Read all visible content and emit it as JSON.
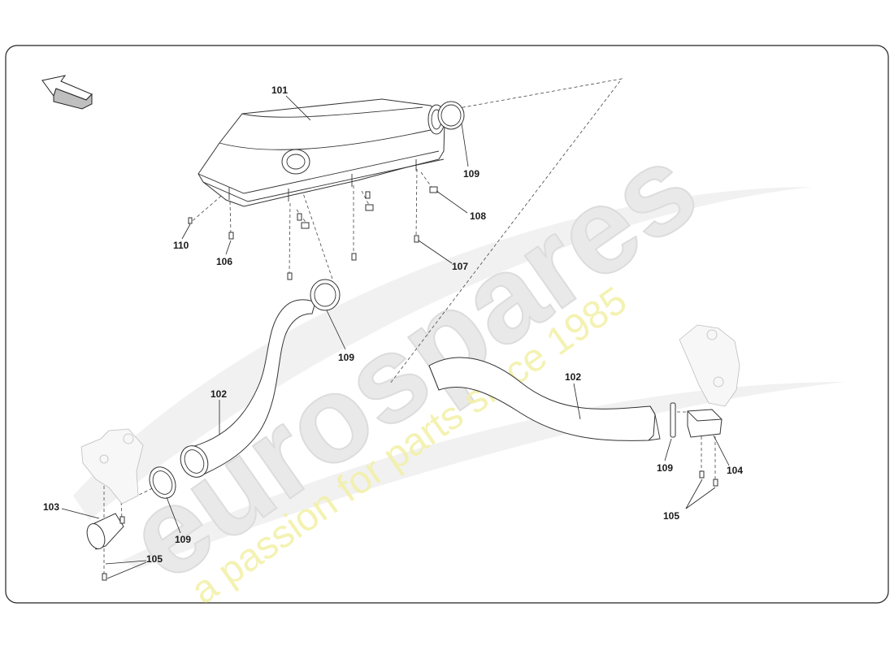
{
  "watermark": {
    "brand": "eurospares",
    "tagline": "a passion for parts since 1985"
  },
  "callouts": {
    "c101": "101",
    "c102a": "102",
    "c102b": "102",
    "c103": "103",
    "c104": "104",
    "c105a": "105",
    "c105b": "105",
    "c106": "106",
    "c107": "107",
    "c108": "108",
    "c109a": "109",
    "c109b": "109",
    "c109c": "109",
    "c109d": "109",
    "c110": "110"
  },
  "icons": {
    "orientation": "direction-arrow-icon"
  }
}
